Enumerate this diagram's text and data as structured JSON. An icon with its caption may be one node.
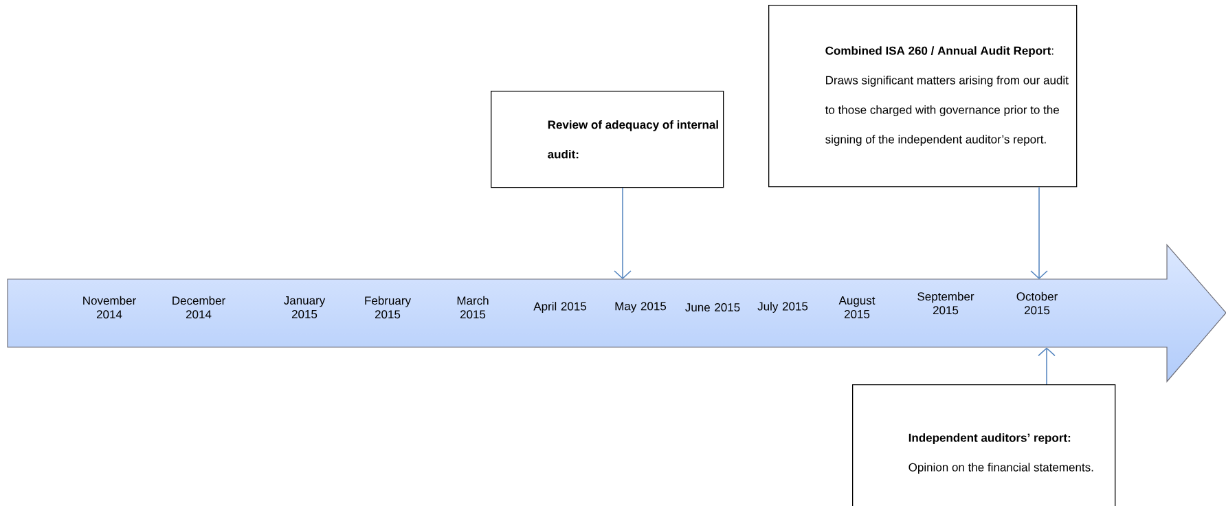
{
  "diagram": {
    "nodes": [
      {
        "text": [
          "November 2014",
          "December 2014",
          "January 2015",
          "February 2015",
          "March 2015",
          "April 2015",
          "May 2015",
          "June 2015",
          "July 2015",
          "August 2015",
          "September 2015",
          "October 2015"
        ]
      },
      {
        "text": [
          "Review of adequacy of internal audit:"
        ]
      },
      {
        "text": [
          "**Combined ISA 260 / Annual Audit Report**:  Draws significant matters arising from our audit to those charged with governance prior to the signing of the independent auditor’s report."
        ]
      },
      {
        "text": [
          "**Independent auditors’ report:**  Opinion on the financial statements."
        ]
      }
    ],
    "edges": [
      {
        "from": 1,
        "to": 0,
        "arrow": "to"
      },
      {
        "from": 2,
        "to": 0,
        "arrow": "to"
      },
      {
        "from": 3,
        "to": 0,
        "arrow": "to"
      }
    ]
  }
}
